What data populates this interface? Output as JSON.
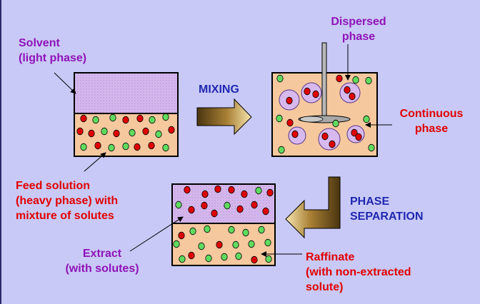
{
  "labels": {
    "solvent": [
      "Solvent",
      "(light phase)"
    ],
    "feed": [
      "Feed solution",
      "(heavy phase) with",
      "mixture of solutes"
    ],
    "mixing": "MIXING",
    "dispersed": [
      "Dispersed",
      "phase"
    ],
    "continuous": [
      "Continuous",
      "phase"
    ],
    "phase_separation": [
      "PHASE",
      "SEPARATION"
    ],
    "extract": [
      "Extract",
      "(with solutes)"
    ],
    "raffinate": [
      "Raffinate",
      "(with non-extracted",
      "solute)"
    ]
  },
  "colors": {
    "background": "#c9c9f7",
    "light_phase": "#d8b9ee",
    "heavy_phase": "#f6c89e",
    "solute_red": "#e00000",
    "solute_green": "#5fdc5f",
    "label_purple": "#8f13b8",
    "label_red": "#e00000",
    "label_blue": "#1f28b0"
  },
  "icons": {
    "mixing_arrow": "right-arrow-icon",
    "separation_arrow": "bent-left-arrow-icon",
    "agitator": "stirrer-icon"
  }
}
